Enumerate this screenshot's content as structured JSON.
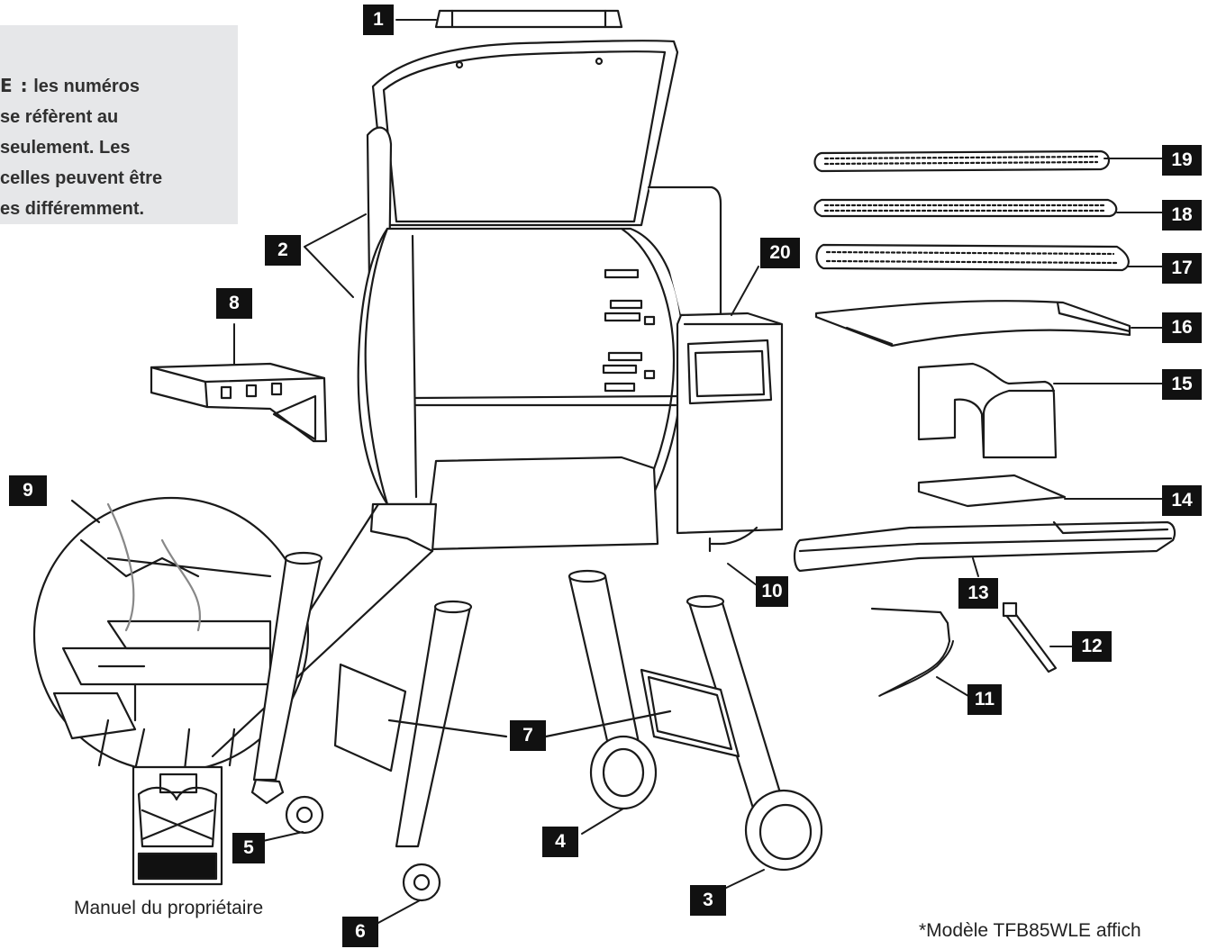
{
  "note": {
    "label": "E :",
    "lines": [
      "les numéros",
      "se réfèrent au",
      "seulement. Les",
      "celles peuvent être",
      "es différemment."
    ]
  },
  "callouts": {
    "c1": "1",
    "c2": "2",
    "c3": "3",
    "c4": "4",
    "c5": "5",
    "c6": "6",
    "c7": "7",
    "c8": "8",
    "c9": "9",
    "c10": "10",
    "c11": "11",
    "c12": "12",
    "c13": "13",
    "c14": "14",
    "c15": "15",
    "c16": "16",
    "c17": "17",
    "c18": "18",
    "c19": "19",
    "c20": "20"
  },
  "manual_caption": "Manuel du propriétaire",
  "model_caption": "*Modèle TFB85WLE affich",
  "colors": {
    "callout_bg": "#111111",
    "note_bg": "#e6e7e9",
    "line": "#1a1a1a"
  }
}
